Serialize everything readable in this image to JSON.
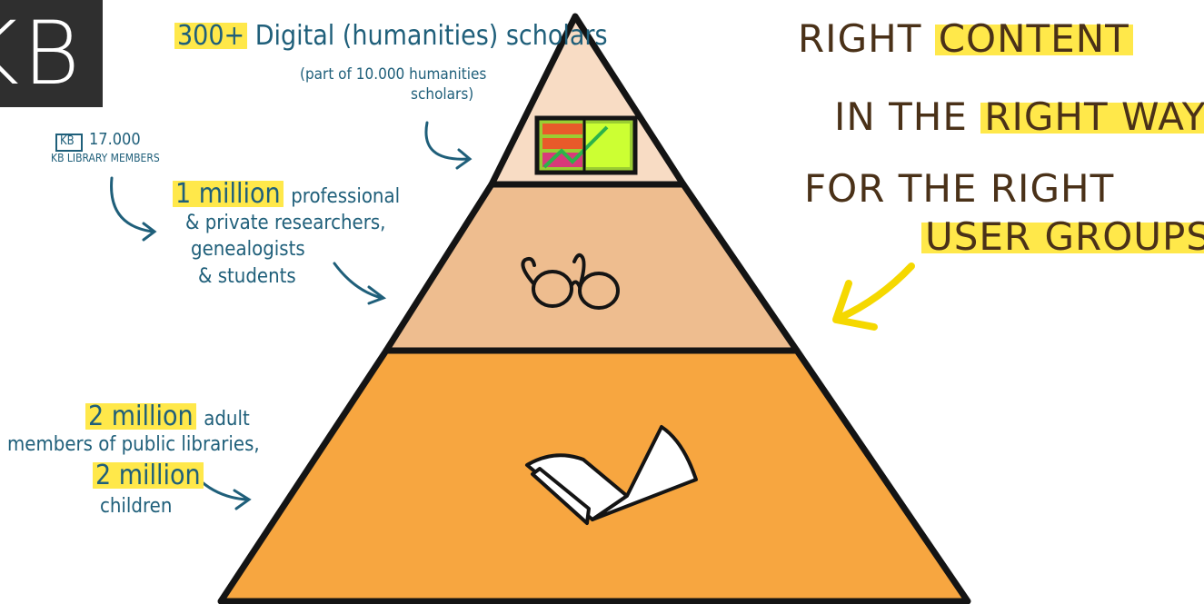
{
  "logo": {
    "text": "KB"
  },
  "top_tier": {
    "highlight": "300+",
    "label": "Digital (humanities) scholars",
    "sub_line1": "(part of 10.000 humanities",
    "sub_line2": "scholars)"
  },
  "kb_members": {
    "badge": "KB",
    "count": "17.000",
    "label": "KB LIBRARY MEMBERS"
  },
  "middle_tier": {
    "highlight": "1 million",
    "line1": "professional",
    "line2": "& private researchers,",
    "line3": "genealogists",
    "line4": "& students"
  },
  "bottom_tier": {
    "highlight1": "2 million",
    "line1": "adult",
    "line2": "members of public libraries,",
    "highlight2": "2 million",
    "line3": "children"
  },
  "tagline": {
    "l1a": "RIGHT",
    "l1b": "CONTENT",
    "l2a": "IN THE",
    "l2b": "RIGHT WAY",
    "l3": "FOR THE RIGHT",
    "l4": "USER GROUPS"
  },
  "colors": {
    "top_tier": "#f8dcc4",
    "middle_tier": "#eebd8f",
    "bottom_tier": "#f7a640",
    "outline": "#141414",
    "note_text": "#1f5f7a",
    "highlight": "#ffe84a",
    "tagline_text": "#4a3118"
  },
  "icons": [
    "dashboard-icon",
    "glasses-icon",
    "open-book-icon"
  ]
}
